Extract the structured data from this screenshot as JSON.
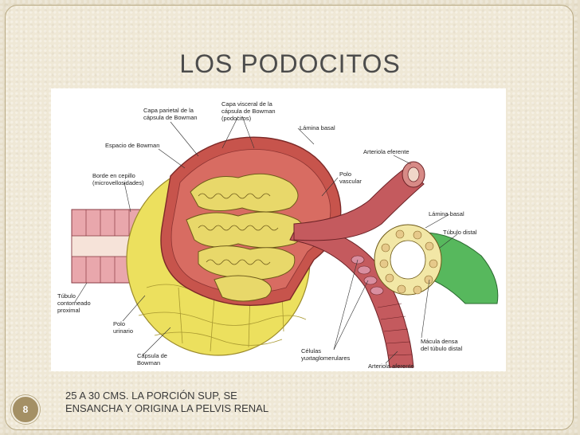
{
  "slide": {
    "title": "LOS PODOCITOS",
    "caption_line1": "25 A 30 CMS. LA PORCIÓN SUP, SE",
    "caption_line2": "ENSANCHA Y ORIGINA LA PELVIS RENAL",
    "number": "8"
  },
  "figure": {
    "labels": {
      "capa_parietal_1": "Capa parietal de la",
      "capa_parietal_2": "cápsula de Bowman",
      "capa_visceral_1": "Capa visceral de la",
      "capa_visceral_2": "cápsula de Bowman",
      "capa_visceral_3": "(podocitos)",
      "lamina_basal_top": "Lámina basal",
      "espacio_bowman": "Espacio de Bowman",
      "arteriola_eferente": "Arteriola eferente",
      "borde_cepillo_1": "Borde en cepillo",
      "borde_cepillo_2": "(microvellosidades)",
      "polo_vascular_1": "Polo",
      "polo_vascular_2": "vascular",
      "lamina_basal_right": "Lámina basal",
      "tubulo_distal": "Túbulo distal",
      "tubulo_contorneado_1": "Túbulo",
      "tubulo_contorneado_2": "contorneado",
      "tubulo_contorneado_3": "proximal",
      "polo_urinario_1": "Polo",
      "polo_urinario_2": "urinario",
      "macula_densa_1": "Mácula densa",
      "macula_densa_2": "del túbulo distal",
      "capsula_bowman_1": "Cápsula de",
      "capsula_bowman_2": "Bowman",
      "celulas_yuxta_1": "Células",
      "celulas_yuxta_2": "yuxtaglomerulares",
      "arteriola_aferente": "Arteriola aferente"
    },
    "colors": {
      "capsule_yellow": "#ece05e",
      "glomerulus_red": "#c7544c",
      "podocyte_yellow": "#e8d86a",
      "tubule_pink": "#e9a7ac",
      "distal_green": "#57b85d"
    }
  }
}
